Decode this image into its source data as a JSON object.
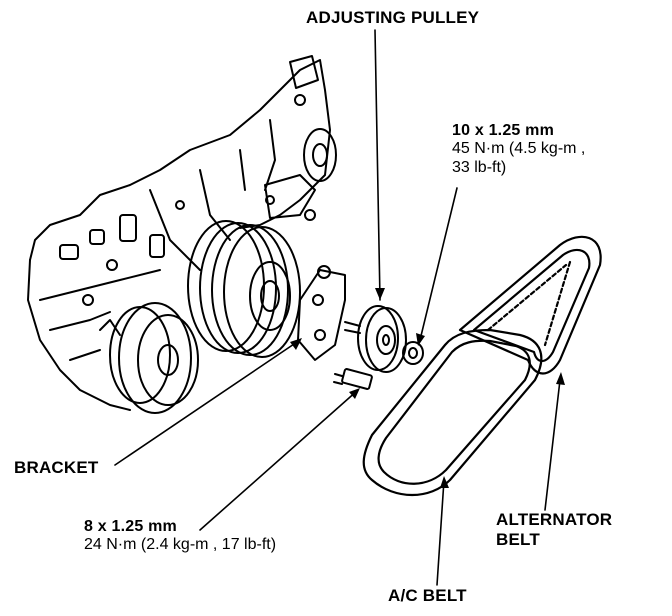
{
  "labels": {
    "adjusting_pulley": "ADJUSTING PULLEY",
    "bolt_spec_top": {
      "size": "10 x 1.25 mm",
      "torque_line1": "45 N·m (4.5 kg-m ,",
      "torque_line2": "33 lb-ft)"
    },
    "bracket": "BRACKET",
    "bolt_spec_bottom": {
      "size": "8 x 1.25 mm",
      "torque": "24 N·m (2.4 kg-m , 17 lb-ft)"
    },
    "alternator_belt_line1": "ALTERNATOR",
    "alternator_belt_line2": "BELT",
    "ac_belt": "A/C BELT"
  }
}
